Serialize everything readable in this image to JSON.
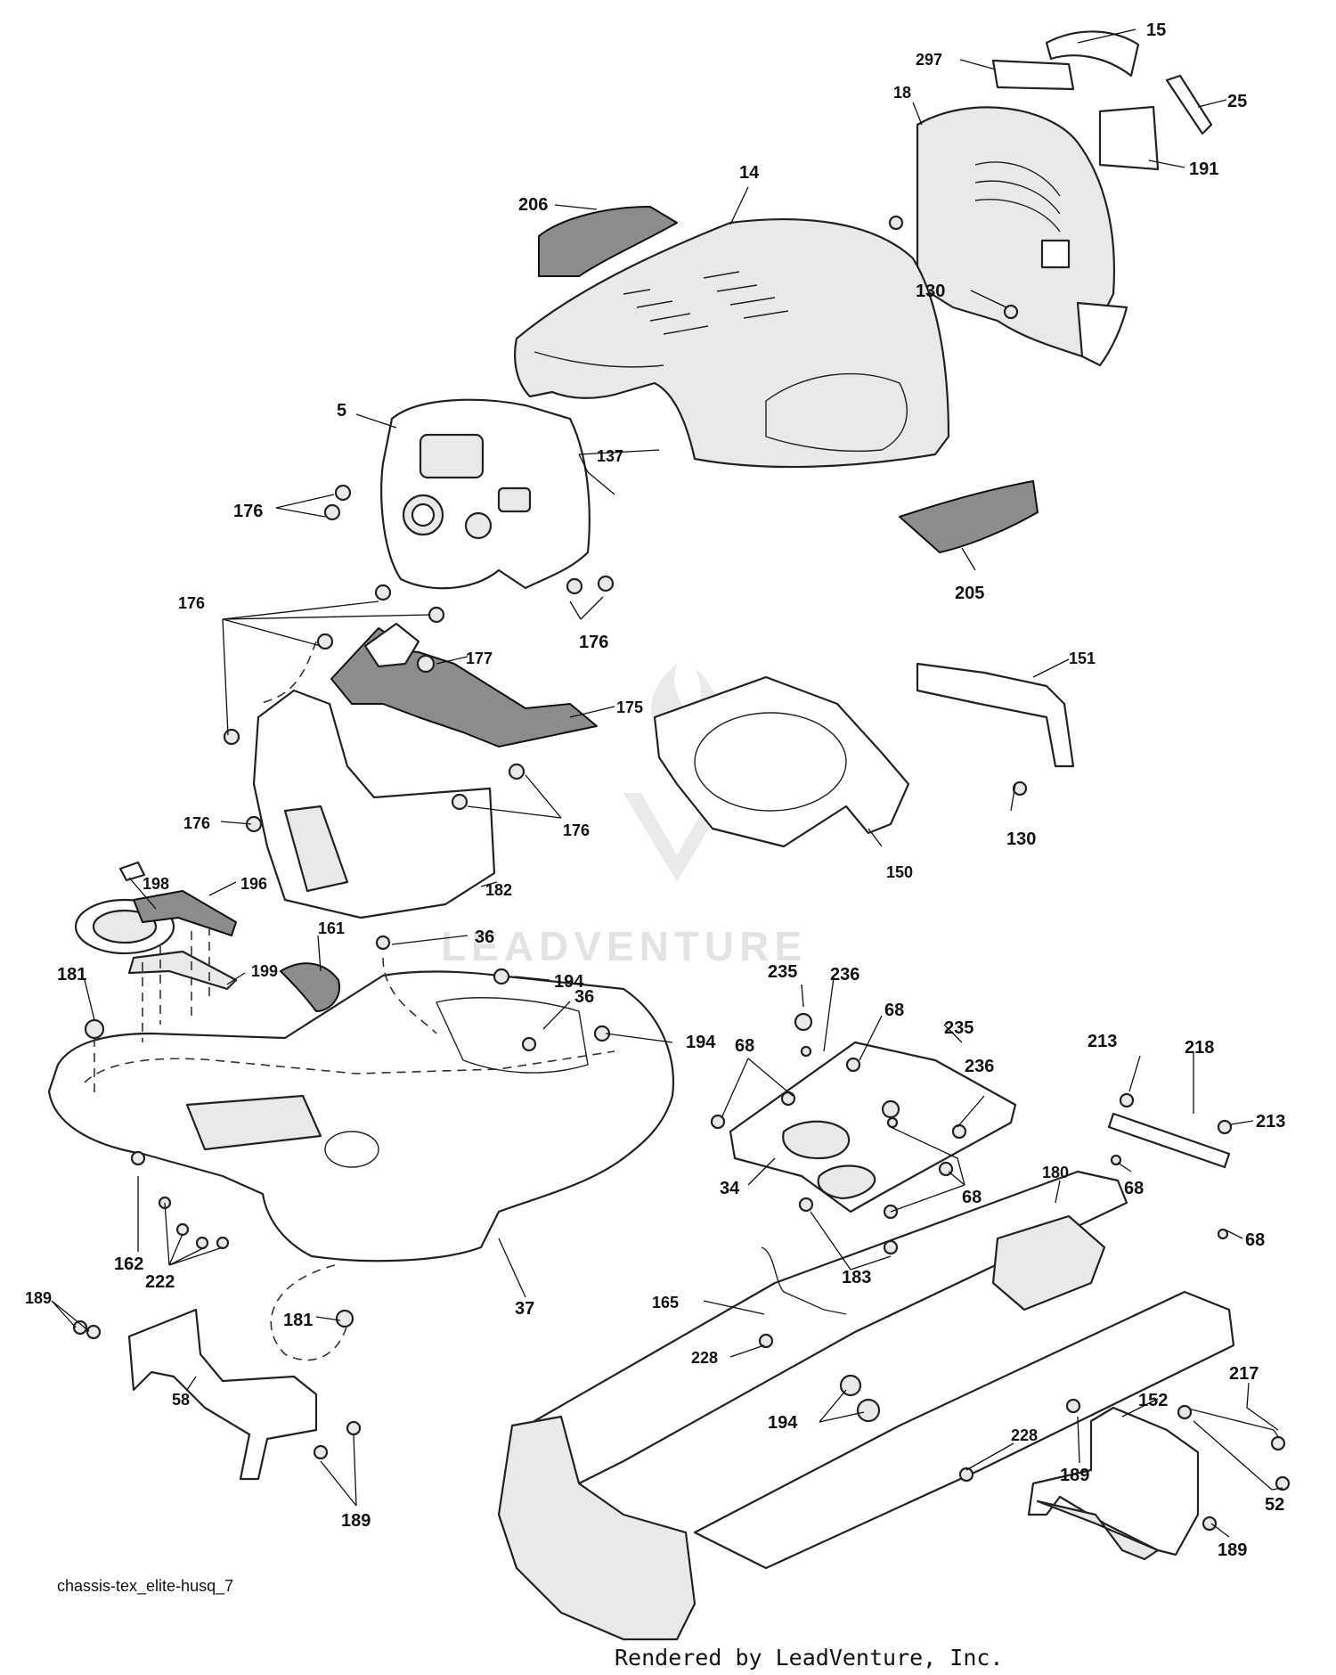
{
  "diagram": {
    "reference_code": "chassis-tex_elite-husq_7",
    "credit": "Rendered by LeadVenture, Inc.",
    "watermark": "LEADVENTURE",
    "parts": {
      "p15": "15",
      "p297": "297",
      "p25": "25",
      "p18": "18",
      "p191": "191",
      "p206": "206",
      "p14": "14",
      "p130a": "130",
      "p5": "5",
      "p137": "137",
      "p176a": "176",
      "p205": "205",
      "p176b": "176",
      "p176c": "176",
      "p177": "177",
      "p151": "151",
      "p175": "175",
      "p176d": "176",
      "p176e": "176",
      "p130b": "130",
      "p150": "150",
      "p198": "198",
      "p196": "196",
      "p182": "182",
      "p161": "161",
      "p36a": "36",
      "p199": "199",
      "p181a": "181",
      "p194a": "194",
      "p36b": "36",
      "p235a": "235",
      "p236a": "236",
      "p68a": "68",
      "p194b": "194",
      "p68b": "68",
      "p235b": "235",
      "p236b": "236",
      "p213a": "213",
      "p218": "218",
      "p213b": "213",
      "p34": "34",
      "p68c": "68",
      "p180": "180",
      "p68d": "68",
      "p68e": "68",
      "p162": "162",
      "p222": "222",
      "p183": "183",
      "p37": "37",
      "p181b": "181",
      "p165": "165",
      "p189a": "189",
      "p228a": "228",
      "p58": "58",
      "p217": "217",
      "p194c": "194",
      "p152": "152",
      "p228b": "228",
      "p189b": "189",
      "p52": "52",
      "p189c": "189",
      "p189d": "189"
    }
  }
}
